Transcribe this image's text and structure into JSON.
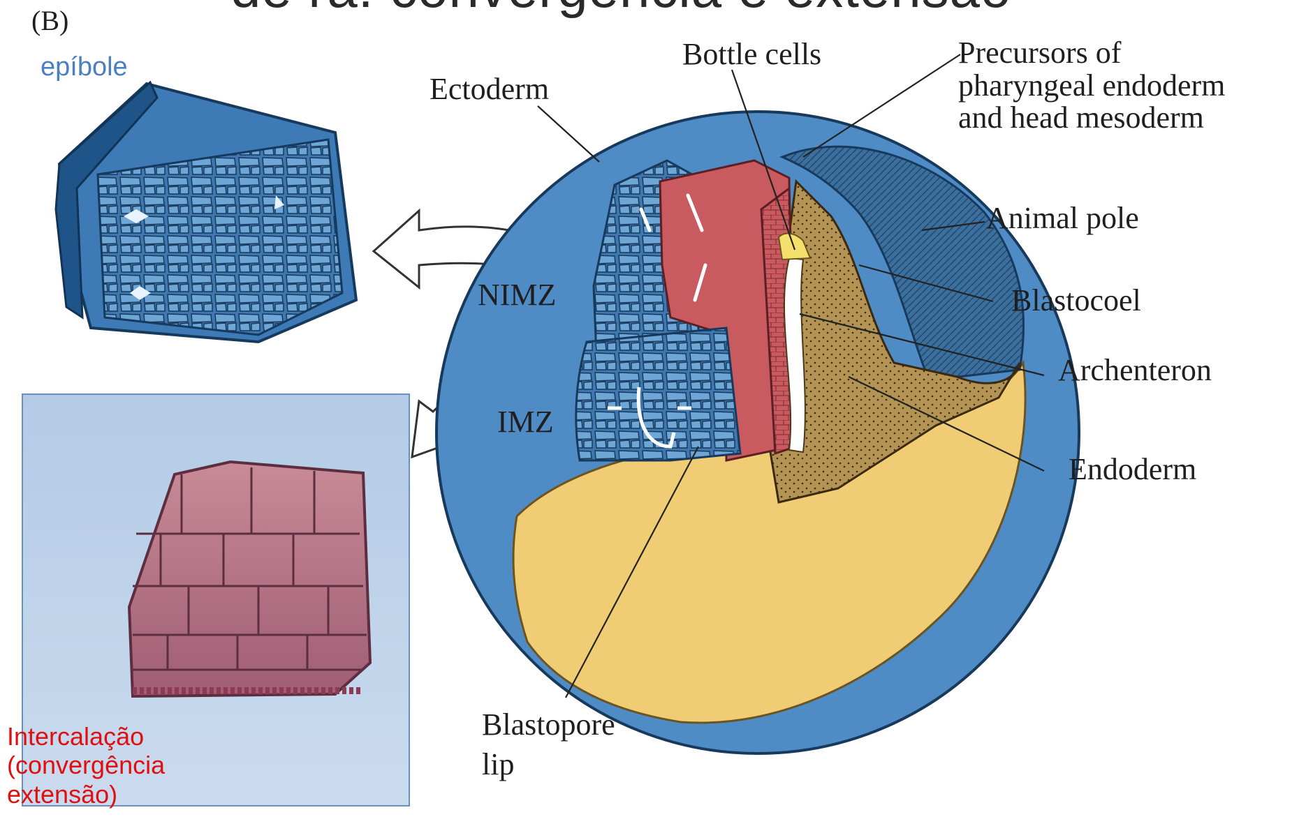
{
  "title": "de rã: convergência e extensão",
  "panel_label": "(B)",
  "epibole_label": "epíbole",
  "intercalation_label": [
    "Intercalação",
    "(convergência",
    "extensão)"
  ],
  "labels": {
    "ectoderm": "Ectoderm",
    "bottle_cells": "Bottle cells",
    "precursors": [
      "Precursors of",
      "pharyngeal endoderm",
      "and head mesoderm"
    ],
    "animal_pole": "Animal pole",
    "blastocoel": "Blastocoel",
    "archenteron": "Archenteron",
    "endoderm": "Endoderm",
    "nimz": "NIMZ",
    "imz": "IMZ",
    "blastopore_lip": [
      "Blastopore",
      "lip"
    ]
  },
  "colors": {
    "ectoderm_blue": "#4f8cc6",
    "mesoderm_red": "#c85a5a",
    "yolk_yellow": "#f0cd74",
    "endoderm_tan": "#b59551",
    "intercalation_panel": "#bed3e9",
    "epibole_text": "#4a7fc4",
    "intercalation_text": "#e01010"
  }
}
